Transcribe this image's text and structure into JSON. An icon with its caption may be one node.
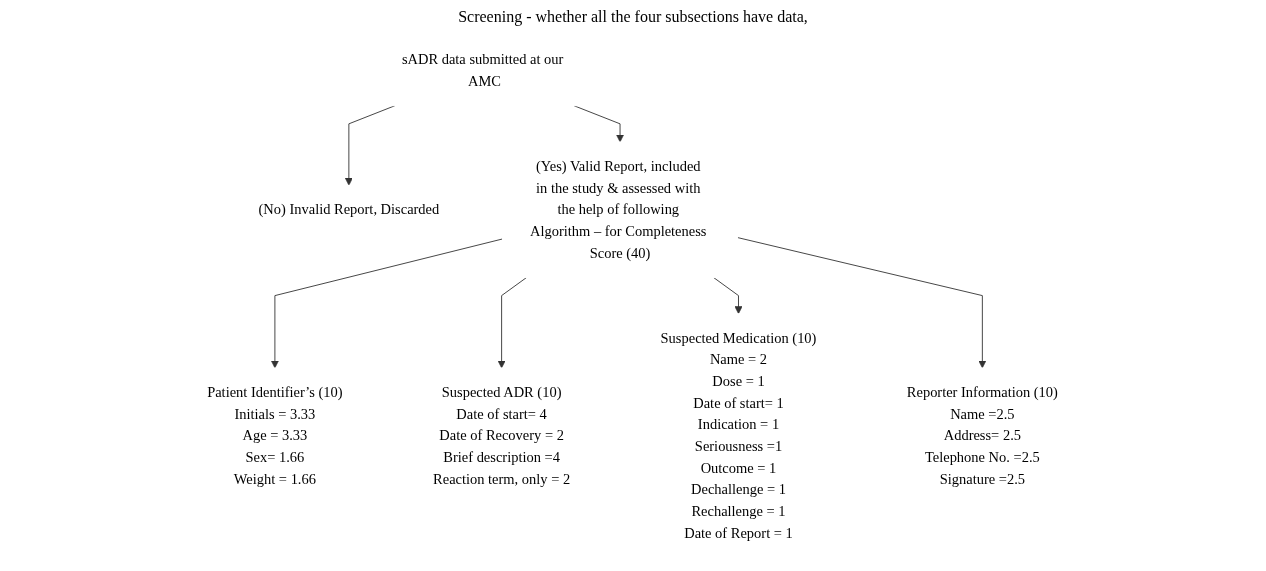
{
  "diagram": {
    "nodes": [
      {
        "text": [
          "sADR data submitted at our AMC"
        ]
      },
      {
        "text": [
          "(No) Invalid Report, Discarded"
        ]
      },
      {
        "text": [
          "(Yes) Valid Report, included in the study & assessed with the help of following Algorithm – for Completeness Score (40)"
        ]
      },
      {
        "text": [
          "Patient Identifier’s (10)",
          "Initials = 3.33",
          "Age = 3.33",
          "Sex= 1.66",
          "Weight = 1.66"
        ]
      },
      {
        "text": [
          "Suspected ADR (10)",
          "Date of start= 4",
          "Date of Recovery = 2",
          "Brief description =4",
          "Reaction term, only = 2"
        ]
      },
      {
        "text": [
          "Suspected Medication (10)",
          "Name = 2",
          "Dose = 1",
          "Date of start= 1",
          "Indication = 1",
          "Seriousness =1",
          "Outcome = 1",
          "Dechallenge = 1",
          "Rechallenge = 1",
          "Date of Report = 1"
        ]
      },
      {
        "text": [
          "Reporter Information (10)",
          "Name =2.5",
          "Address= 2.5",
          "Telephone No. =2.5",
          "Signature =2.5"
        ]
      }
    ],
    "edges": [
      {
        "from": 0,
        "to": 1,
        "arrow": "to"
      },
      {
        "from": 0,
        "to": 2,
        "arrow": "to"
      },
      {
        "from": 2,
        "to": 3,
        "arrow": "to"
      },
      {
        "from": 2,
        "to": 4,
        "arrow": "to"
      },
      {
        "from": 2,
        "to": 5,
        "arrow": "to"
      },
      {
        "from": 2,
        "to": 6,
        "arrow": "to"
      }
    ],
    "labels": [
      "Screening - whether all the four subsections have data,"
    ]
  }
}
